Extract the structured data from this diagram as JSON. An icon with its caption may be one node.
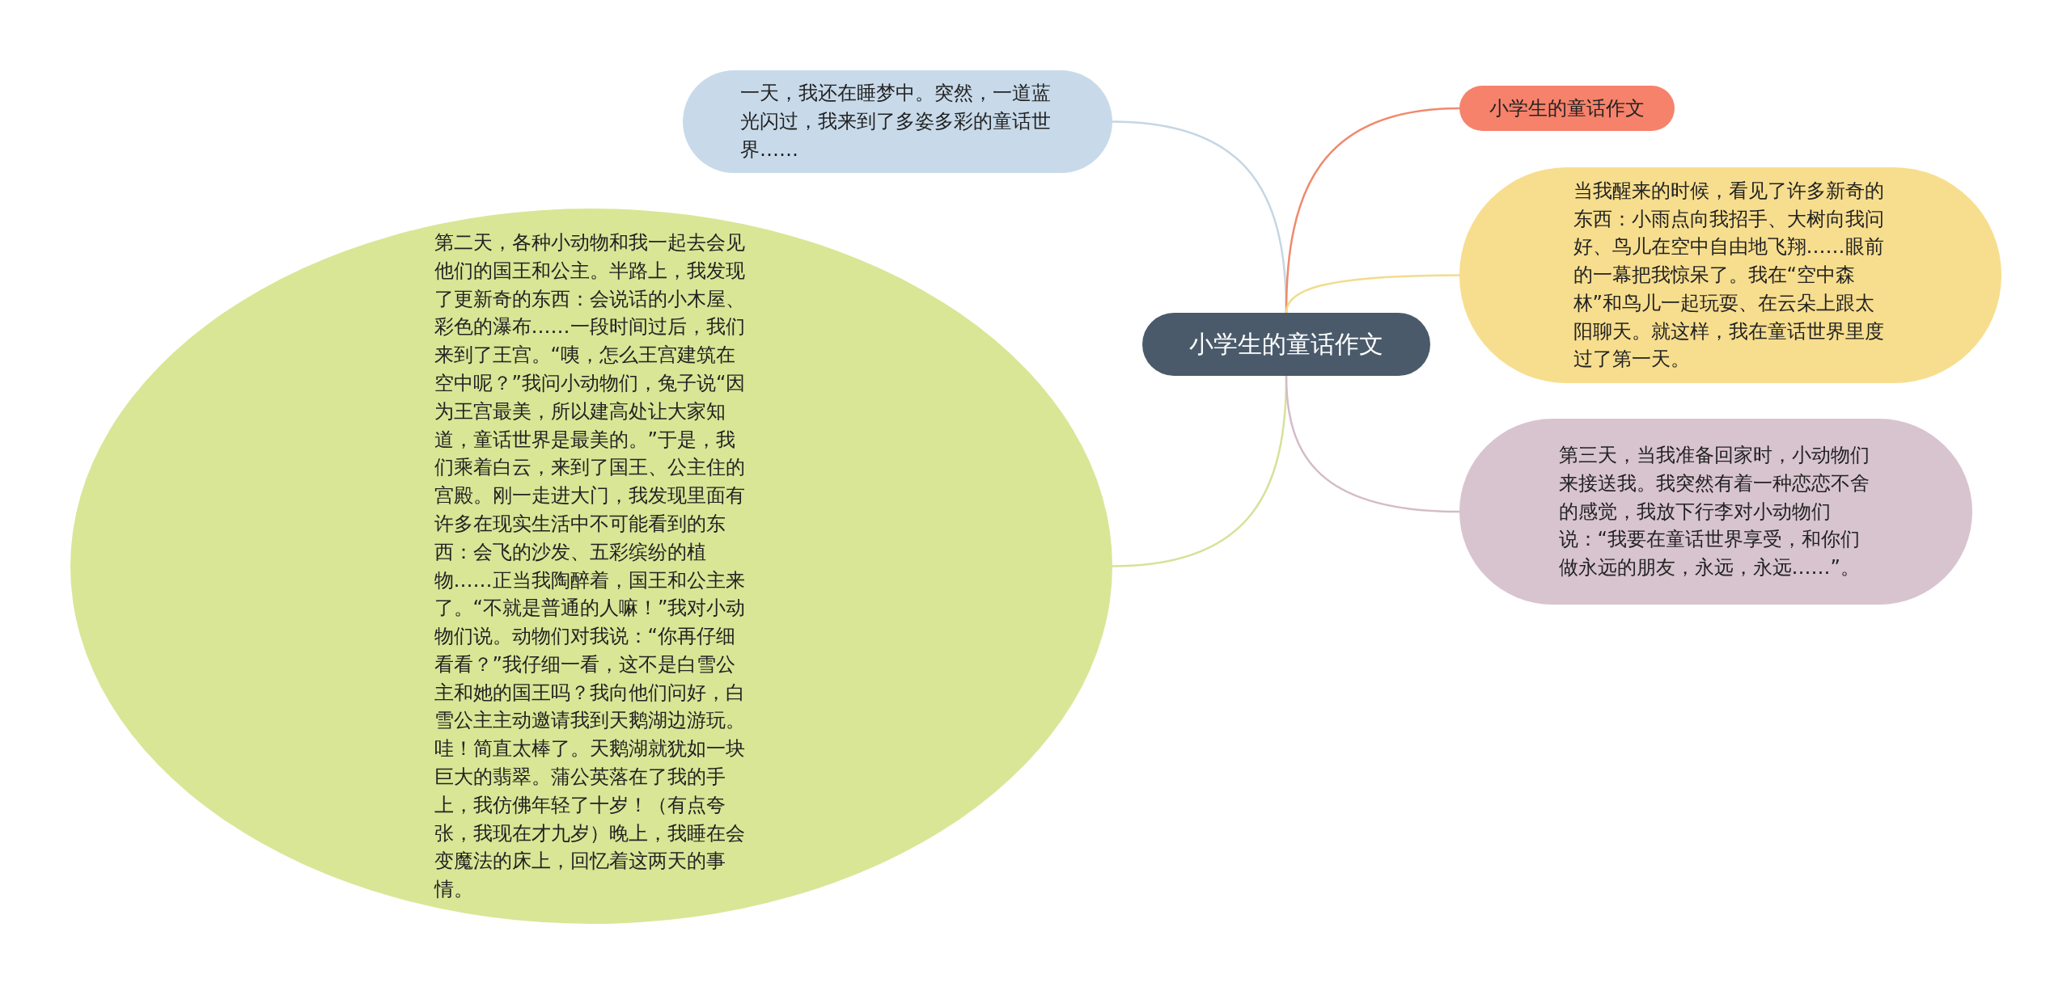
{
  "diagram": {
    "nodes": [
      {
        "text": [
          "小学生的童话作文"
        ]
      },
      {
        "text": [
          "一天，我还在睡梦中。突然，一道蓝光闪过，我来到了多姿多彩的童话世界……"
        ]
      },
      {
        "text": [
          "第二天，各种小动物和我一起去会见他们的国王和公主。半路上，我发现了更新奇的东西：会说话的小木屋、彩色的瀑布……一段时间过后，我们来到了王宫。“咦，怎么王宫建筑在空中呢？”我问小动物们，兔子说“因为王宫最美，所以建高处让大家知道，童话世界是最美的。”于是，我们乘着白云，来到了国王、公主住的宫殿。刚一走进大门，我发现里面有许多在现实生活中不可能看到的东西：会飞的沙发、五彩缤纷的植物……正当我陶醉着，国王和公主来了。“不就是普通的人嘛！”我对小动物们说。动物们对我说：“你再仔细看看？”我仔细一看，这不是白雪公主和她的国王吗？我向他们问好，白雪公主主动邀请我到天鹅湖边游玩。哇！简直太棒了。天鹅湖就犹如一块巨大的翡翠。蒲公英落在了我的手上，我仿佛年轻了十岁！（有点夸张，我现在才九岁）晚上，我睡在会变魔法的床上，回忆着这两天的事情。"
        ]
      },
      {
        "text": [
          "小学生的童话作文"
        ]
      },
      {
        "text": [
          "当我醒来的时候，看见了许多新奇的东西：小雨点向我招手、大树向我问好、鸟儿在空中自由地飞翔……眼前的一幕把我惊呆了。我在“空中森林”和鸟儿一起玩耍、在云朵上跟太阳聊天。就这样，我在童话世界里度过了第一天。"
        ]
      },
      {
        "text": [
          "第三天，当我准备回家时，小动物们来接送我。我突然有着一种恋恋不舍的感觉，我放下行李对小动物们说：“我要在童话世界享受，和你们做永远的朋友，永远，永远……”。"
        ]
      }
    ],
    "edges": [
      {
        "from": 0,
        "to": 1,
        "arrow": "none",
        "color": "#c5d6e4"
      },
      {
        "from": 0,
        "to": 2,
        "arrow": "none",
        "color": "#d6e29a"
      },
      {
        "from": 0,
        "to": 3,
        "arrow": "none",
        "color": "#ef8a6c"
      },
      {
        "from": 0,
        "to": 4,
        "arrow": "none",
        "color": "#f2dc8c"
      },
      {
        "from": 0,
        "to": 5,
        "arrow": "none",
        "color": "#d4bcc8"
      }
    ]
  }
}
